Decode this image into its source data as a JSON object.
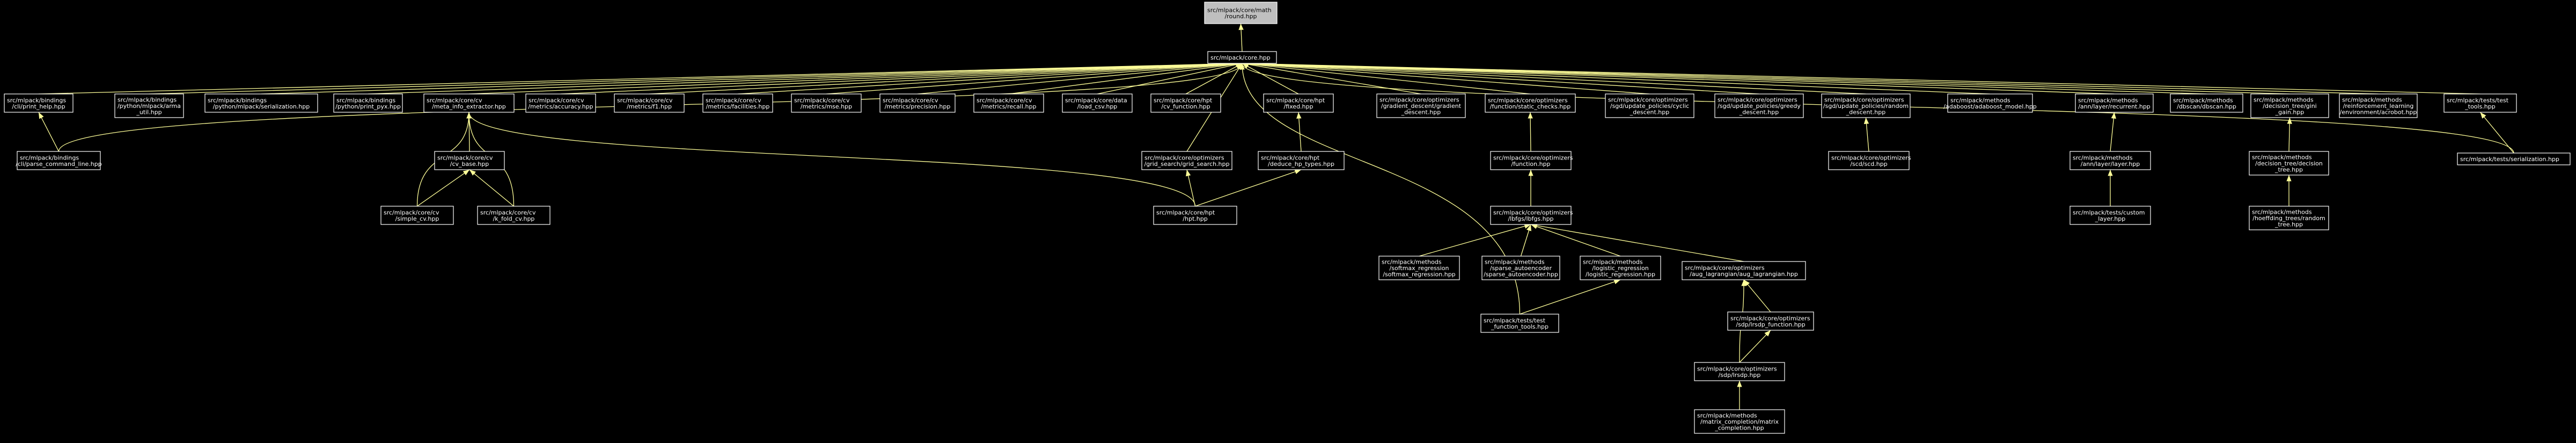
{
  "graph": {
    "nodes": [
      {
        "id": "n0",
        "lines": [
          "src/mlpack/core/math",
          "/round.hpp"
        ],
        "root": true
      },
      {
        "id": "n1",
        "lines": [
          "src/mlpack/core.hpp"
        ]
      },
      {
        "id": "n2",
        "lines": [
          "src/mlpack/bindings",
          "/cli/print_help.hpp"
        ]
      },
      {
        "id": "n3",
        "lines": [
          "src/mlpack/bindings",
          "/cli/parse_command_line.hpp"
        ]
      },
      {
        "id": "n4",
        "lines": [
          "src/mlpack/bindings",
          "/python/mlpack/arma",
          "_util.hpp"
        ]
      },
      {
        "id": "n5",
        "lines": [
          "src/mlpack/bindings",
          "/python/mlpack/serialization.hpp"
        ]
      },
      {
        "id": "n6",
        "lines": [
          "src/mlpack/bindings",
          "/python/print_pyx.hpp"
        ]
      },
      {
        "id": "n7",
        "lines": [
          "src/mlpack/core/cv",
          "/meta_info_extractor.hpp"
        ]
      },
      {
        "id": "n8",
        "lines": [
          "src/mlpack/core/cv",
          "/cv_base.hpp"
        ]
      },
      {
        "id": "n9",
        "lines": [
          "src/mlpack/core/cv",
          "/simple_cv.hpp"
        ]
      },
      {
        "id": "n10",
        "lines": [
          "src/mlpack/core/cv",
          "/k_fold_cv.hpp"
        ]
      },
      {
        "id": "n11",
        "lines": [
          "src/mlpack/core/cv",
          "/metrics/accuracy.hpp"
        ]
      },
      {
        "id": "n12",
        "lines": [
          "src/mlpack/core/cv",
          "/metrics/f1.hpp"
        ]
      },
      {
        "id": "n13",
        "lines": [
          "src/mlpack/core/cv",
          "/metrics/facilities.hpp"
        ]
      },
      {
        "id": "n14",
        "lines": [
          "src/mlpack/core/cv",
          "/metrics/mse.hpp"
        ]
      },
      {
        "id": "n15",
        "lines": [
          "src/mlpack/core/cv",
          "/metrics/precision.hpp"
        ]
      },
      {
        "id": "n16",
        "lines": [
          "src/mlpack/core/cv",
          "/metrics/recall.hpp"
        ]
      },
      {
        "id": "n17",
        "lines": [
          "src/mlpack/core/data",
          "/load_csv.hpp"
        ]
      },
      {
        "id": "n18",
        "lines": [
          "src/mlpack/core/hpt",
          "/cv_function.hpp"
        ]
      },
      {
        "id": "n19",
        "lines": [
          "src/mlpack/core/optimizers",
          "/grid_search/grid_search.hpp"
        ]
      },
      {
        "id": "n20",
        "lines": [
          "src/mlpack/core/hpt",
          "/hpt.hpp"
        ]
      },
      {
        "id": "n21",
        "lines": [
          "src/mlpack/core/hpt",
          "/fixed.hpp"
        ]
      },
      {
        "id": "n22",
        "lines": [
          "src/mlpack/core/hpt",
          "/deduce_hp_types.hpp"
        ]
      },
      {
        "id": "n23",
        "lines": [
          "src/mlpack/core/optimizers",
          "/gradient_descent/gradient",
          "_descent.hpp"
        ]
      },
      {
        "id": "n24",
        "lines": [
          "src/mlpack/core/optimizers",
          "/function/static_checks.hpp"
        ]
      },
      {
        "id": "n25",
        "lines": [
          "src/mlpack/core/optimizers",
          "/function.hpp"
        ]
      },
      {
        "id": "n26",
        "lines": [
          "src/mlpack/core/optimizers",
          "/lbfgs/lbfgs.hpp"
        ]
      },
      {
        "id": "n27",
        "lines": [
          "src/mlpack/methods",
          "/softmax_regression",
          "/softmax_regression.hpp"
        ]
      },
      {
        "id": "n28",
        "lines": [
          "src/mlpack/methods",
          "/sparse_autoencoder",
          "/sparse_autoencoder.hpp"
        ]
      },
      {
        "id": "n29",
        "lines": [
          "src/mlpack/methods",
          "/logistic_regression",
          "/logistic_regression.hpp"
        ]
      },
      {
        "id": "n30",
        "lines": [
          "src/mlpack/tests/test",
          "_function_tools.hpp"
        ]
      },
      {
        "id": "n31",
        "lines": [
          "src/mlpack/core/optimizers",
          "/aug_lagrangian/aug_lagrangian.hpp"
        ]
      },
      {
        "id": "n32",
        "lines": [
          "src/mlpack/core/optimizers",
          "/sdp/lrsdp_function.hpp"
        ]
      },
      {
        "id": "n33",
        "lines": [
          "src/mlpack/core/optimizers",
          "/sdp/lrsdp.hpp"
        ]
      },
      {
        "id": "n34",
        "lines": [
          "src/mlpack/methods",
          "/matrix_completion/matrix",
          "_completion.hpp"
        ]
      },
      {
        "id": "n35",
        "lines": [
          "src/mlpack/core/optimizers",
          "/sgd/update_policies/cyclic",
          "_descent.hpp"
        ]
      },
      {
        "id": "n36",
        "lines": [
          "src/mlpack/core/optimizers",
          "/sgd/update_policies/greedy",
          "_descent.hpp"
        ]
      },
      {
        "id": "n37",
        "lines": [
          "src/mlpack/core/optimizers",
          "/sgd/update_policies/random",
          "_descent.hpp"
        ]
      },
      {
        "id": "n38",
        "lines": [
          "src/mlpack/core/optimizers",
          "/scd/scd.hpp"
        ]
      },
      {
        "id": "n39",
        "lines": [
          "src/mlpack/methods",
          "/adaboost/adaboost_model.hpp"
        ]
      },
      {
        "id": "n40",
        "lines": [
          "src/mlpack/methods",
          "/ann/layer/recurrent.hpp"
        ]
      },
      {
        "id": "n41",
        "lines": [
          "src/mlpack/methods",
          "/ann/layer/layer.hpp"
        ]
      },
      {
        "id": "n42",
        "lines": [
          "src/mlpack/tests/custom",
          "_layer.hpp"
        ]
      },
      {
        "id": "n43",
        "lines": [
          "src/mlpack/methods",
          "/dbscan/dbscan.hpp"
        ]
      },
      {
        "id": "n44",
        "lines": [
          "src/mlpack/methods",
          "/decision_tree/gini",
          "_gain.hpp"
        ]
      },
      {
        "id": "n45",
        "lines": [
          "src/mlpack/methods",
          "/decision_tree/decision",
          "_tree.hpp"
        ]
      },
      {
        "id": "n46",
        "lines": [
          "src/mlpack/methods",
          "/hoeffding_trees/random",
          "_tree.hpp"
        ]
      },
      {
        "id": "n47",
        "lines": [
          "src/mlpack/methods",
          "/reinforcement_learning",
          "/environment/acrobot.hpp"
        ]
      },
      {
        "id": "n48",
        "lines": [
          "src/mlpack/tests/test",
          "_tools.hpp"
        ]
      },
      {
        "id": "n49",
        "lines": [
          "src/mlpack/tests/serialization.hpp"
        ]
      }
    ],
    "edges": [
      [
        "n1",
        "n0"
      ],
      [
        "n2",
        "n1"
      ],
      [
        "n3",
        "n1"
      ],
      [
        "n3",
        "n2"
      ],
      [
        "n4",
        "n1"
      ],
      [
        "n5",
        "n1"
      ],
      [
        "n6",
        "n1"
      ],
      [
        "n7",
        "n1"
      ],
      [
        "n8",
        "n7"
      ],
      [
        "n9",
        "n8"
      ],
      [
        "n10",
        "n8"
      ],
      [
        "n9",
        "n7"
      ],
      [
        "n10",
        "n7"
      ],
      [
        "n11",
        "n1"
      ],
      [
        "n12",
        "n1"
      ],
      [
        "n13",
        "n1"
      ],
      [
        "n14",
        "n1"
      ],
      [
        "n15",
        "n1"
      ],
      [
        "n16",
        "n1"
      ],
      [
        "n17",
        "n1"
      ],
      [
        "n18",
        "n1"
      ],
      [
        "n19",
        "n1"
      ],
      [
        "n20",
        "n19"
      ],
      [
        "n20",
        "n7"
      ],
      [
        "n21",
        "n1"
      ],
      [
        "n22",
        "n21"
      ],
      [
        "n20",
        "n22"
      ],
      [
        "n23",
        "n1"
      ],
      [
        "n24",
        "n1"
      ],
      [
        "n25",
        "n24"
      ],
      [
        "n26",
        "n25"
      ],
      [
        "n27",
        "n26"
      ],
      [
        "n28",
        "n26"
      ],
      [
        "n29",
        "n26"
      ],
      [
        "n30",
        "n29"
      ],
      [
        "n30",
        "n1"
      ],
      [
        "n31",
        "n26"
      ],
      [
        "n32",
        "n31"
      ],
      [
        "n33",
        "n32"
      ],
      [
        "n33",
        "n31"
      ],
      [
        "n34",
        "n33"
      ],
      [
        "n35",
        "n1"
      ],
      [
        "n36",
        "n1"
      ],
      [
        "n37",
        "n1"
      ],
      [
        "n38",
        "n37"
      ],
      [
        "n39",
        "n1"
      ],
      [
        "n40",
        "n1"
      ],
      [
        "n41",
        "n40"
      ],
      [
        "n42",
        "n41"
      ],
      [
        "n43",
        "n1"
      ],
      [
        "n44",
        "n1"
      ],
      [
        "n45",
        "n44"
      ],
      [
        "n46",
        "n45"
      ],
      [
        "n47",
        "n1"
      ],
      [
        "n48",
        "n1"
      ],
      [
        "n49",
        "n48"
      ],
      [
        "n49",
        "n1"
      ]
    ]
  }
}
